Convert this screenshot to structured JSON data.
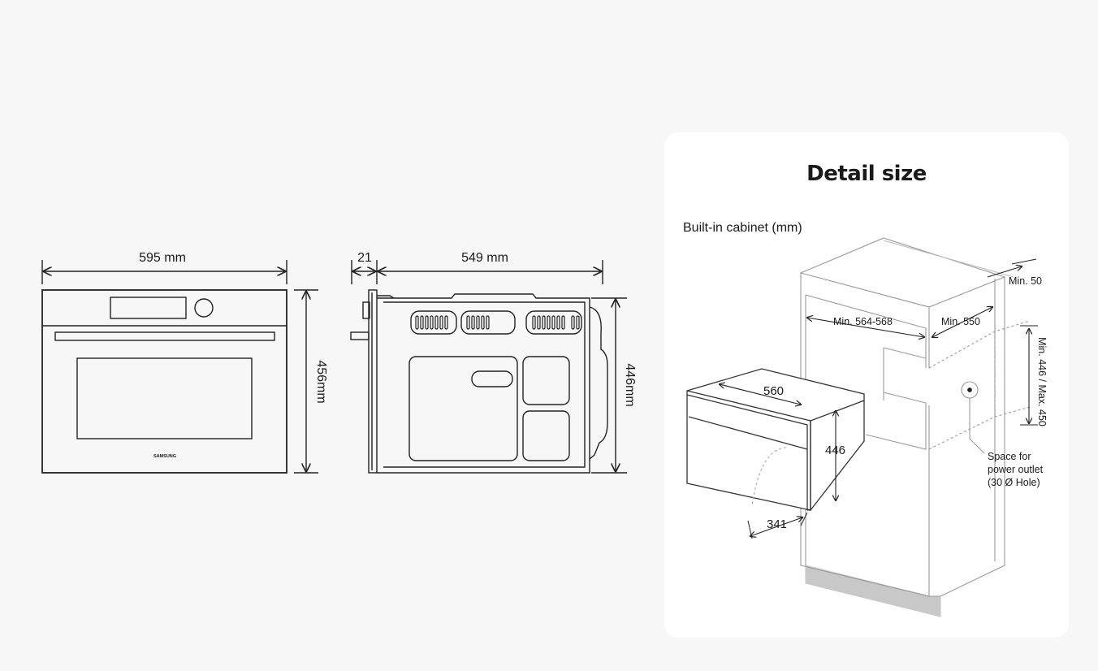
{
  "front_view": {
    "width_label": "595 mm",
    "height_label": "456mm",
    "brand": "SAMSUNG"
  },
  "side_view": {
    "door_label": "21",
    "depth_label": "549 mm",
    "height_label": "446mm"
  },
  "detail": {
    "title": "Detail size",
    "subtitle": "Built-in cabinet (mm)",
    "labels": {
      "min_50": "Min. 50",
      "min_width": "Min. 564-568",
      "min_depth": "Min. 550",
      "height_range": "Min. 446 / Max. 450",
      "oven_width": "560",
      "oven_height": "446",
      "door_swing": "341",
      "outlet_note": [
        "Space for",
        "power outlet",
        "(30 Ø Hole)"
      ]
    }
  }
}
